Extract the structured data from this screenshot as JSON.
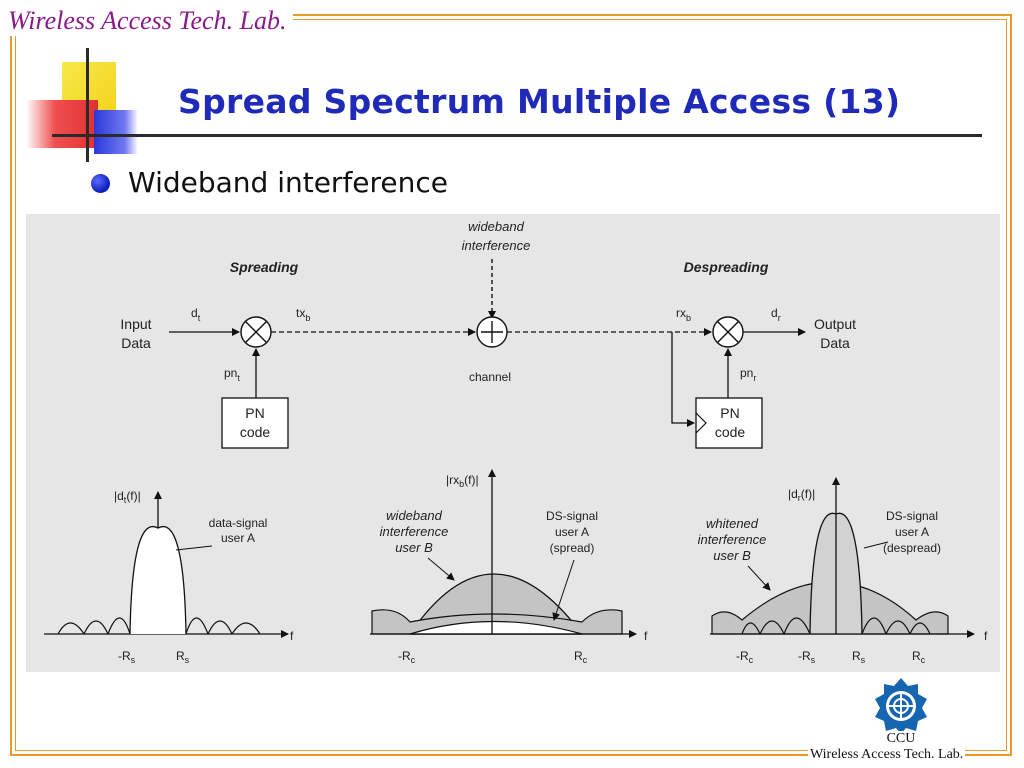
{
  "header": {
    "lab_name": "Wireless Access Tech. Lab."
  },
  "slide": {
    "title": "Spread Spectrum Multiple Access (13)",
    "bullet": "Wideband interference"
  },
  "diagram": {
    "spreading": "Spreading",
    "despreading": "Despreading",
    "wideband_interference_line1": "wideband",
    "wideband_interference_line2": "interference",
    "channel": "channel",
    "input_line1": "Input",
    "input_line2": "Data",
    "output_line1": "Output",
    "output_line2": "Data",
    "d_t": "d",
    "d_t_sub": "t",
    "tx_b": "tx",
    "tx_b_sub": "b",
    "rx_b": "rx",
    "rx_b_sub": "b",
    "d_r": "d",
    "d_r_sub": "r",
    "pn_t": "pn",
    "pn_t_sub": "t",
    "pn_r": "pn",
    "pn_r_sub": "r",
    "pn_code_line1": "PN",
    "pn_code_line2": "code"
  },
  "spectra": {
    "left": {
      "ylabel_prefix": "|d",
      "ylabel_sub": "t",
      "ylabel_suffix": "(f)|",
      "annot_line1": "data-signal",
      "annot_line2": "user A",
      "neg_tick": "-R",
      "neg_tick_sub": "s",
      "pos_tick": "R",
      "pos_tick_sub": "s",
      "f": "f"
    },
    "middle": {
      "ylabel_prefix": "|rx",
      "ylabel_sub": "b",
      "ylabel_suffix": "(f)|",
      "interf_line1": "wideband",
      "interf_line2": "interference",
      "interf_line3": "user B",
      "ds_line1": "DS-signal",
      "ds_line2": "user A",
      "ds_line3": "(spread)",
      "neg_tick": "-R",
      "neg_tick_sub": "c",
      "pos_tick": "R",
      "pos_tick_sub": "c",
      "f": "f"
    },
    "right": {
      "ylabel_prefix": "|d",
      "ylabel_sub": "r",
      "ylabel_suffix": "(f)|",
      "interf_line1": "whitened",
      "interf_line2": "interference",
      "interf_line3": "user B",
      "ds_line1": "DS-signal",
      "ds_line2": "user A",
      "ds_line3": "(despread)",
      "tick1": "-R",
      "tick1_sub": "c",
      "tick2": "-R",
      "tick2_sub": "s",
      "tick3": "R",
      "tick3_sub": "s",
      "tick4": "R",
      "tick4_sub": "c",
      "f": "f"
    }
  },
  "footer": {
    "logo_text": "CCU",
    "lab_name": "Wireless Access Tech. Lab."
  },
  "colors": {
    "frame": "#e59a2a",
    "title": "#1f2bb8",
    "lab_text": "#8a1a8a",
    "figure_bg": "#e6e6e6",
    "logo_blue": "#1565b0"
  }
}
